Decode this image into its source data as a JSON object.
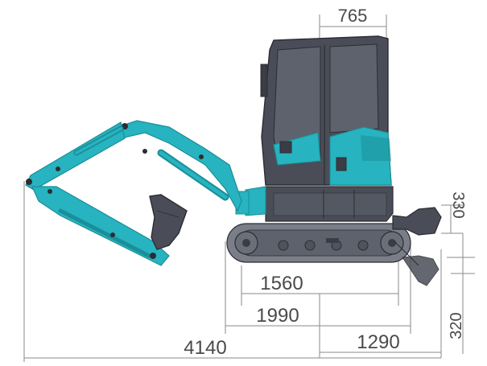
{
  "dimensions": {
    "cab_width": "765",
    "blade_lift": "330",
    "blade_depth": "320",
    "track_length_contact": "1560",
    "track_length_overall": "1990",
    "tail_to_blade": "1290",
    "overall_length": "4140"
  },
  "colors": {
    "body_dark": "#4a4d57",
    "body_mid": "#5e626c",
    "accent_teal": "#27b3bf",
    "accent_teal_dark": "#1a8f99",
    "outline": "#2b2d33",
    "dim_line": "#8a8a8a",
    "track": "#6b6f78"
  }
}
